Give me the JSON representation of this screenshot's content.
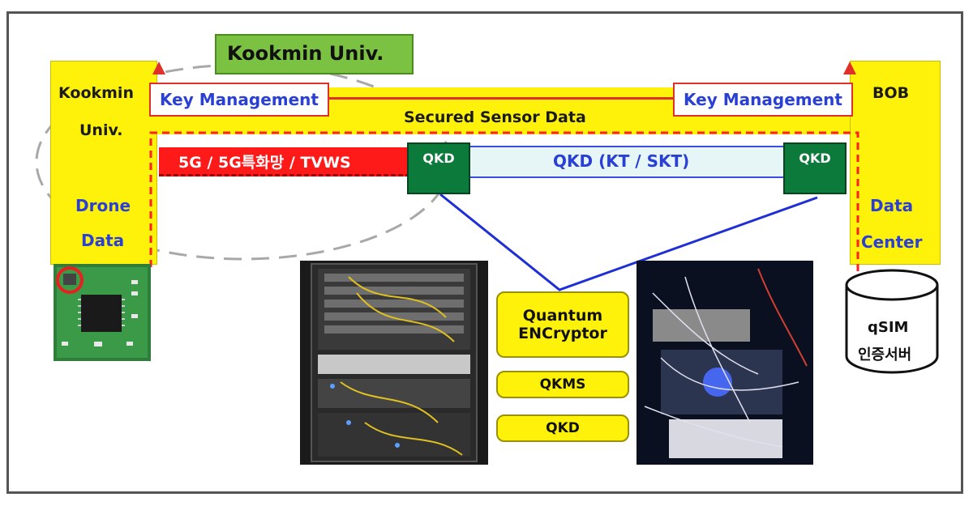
{
  "colors": {
    "yellow": "#fff20a",
    "red": "#ff1a1a",
    "green_label": "#7cc242",
    "qkd_green": "#0b7a3a",
    "blue_text": "#2a3fd4",
    "link_blue": "#1f2fd6",
    "pale_blue": "#e6f6f7"
  },
  "left_panel": {
    "line1": "Kookmin",
    "line2": "Univ.",
    "line3": "Drone",
    "line4": "Data"
  },
  "right_panel": {
    "line1": "BOB",
    "line2": "Data",
    "line3": "Center"
  },
  "top_label": "Kookmin Univ.",
  "key_management_left": "Key Management",
  "key_management_right": "Key Management",
  "secured_sensor_data": "Secured Sensor Data",
  "network_label": "5G / 5G특화망 / TVWS",
  "qkd_left": "QKD",
  "qkd_right": "QKD",
  "qkd_link": "QKD (KT / SKT)",
  "stack": {
    "encryptor": "Quantum ENCryptor",
    "qkms": "QKMS",
    "qkd": "QKD"
  },
  "server": {
    "line1": "qSIM",
    "line2": "인증서버"
  },
  "icons": {
    "drone_board": "circuit-board-icon",
    "server_cylinder": "database-icon",
    "antenna_left": "antenna-icon",
    "antenna_right": "antenna-icon"
  }
}
